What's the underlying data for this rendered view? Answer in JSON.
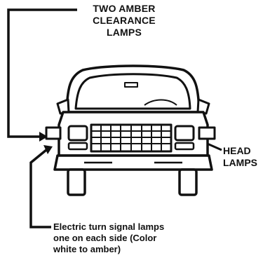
{
  "labels": {
    "clearance_line1": "TWO AMBER",
    "clearance_line2": "CLEARANCE",
    "clearance_line3": "LAMPS",
    "head_line1": "HEAD",
    "head_line2": "LAMPS",
    "turn_line1": "Electric turn signal lamps",
    "turn_line2": "one on each side (Color",
    "turn_line3": "white to amber)"
  },
  "colors": {
    "ink": "#111111",
    "paper": "#ffffff"
  }
}
